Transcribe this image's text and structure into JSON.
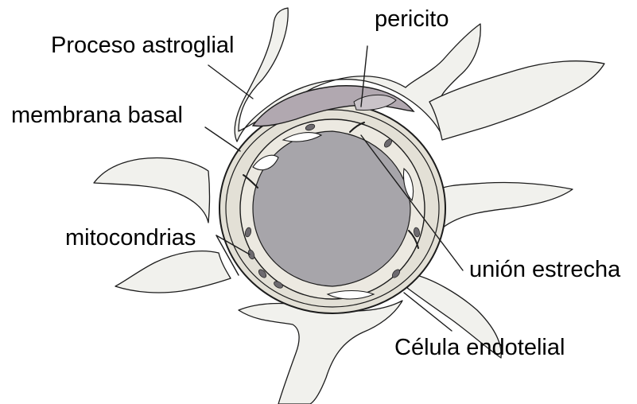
{
  "labels": {
    "pericito": "pericito",
    "proceso_astroglial": "Proceso astroglial",
    "membrana_basal": "membrana basal",
    "union_estrecha": "unión estrecha",
    "mitocondrias": "mitocondrias",
    "celula_endotelial": "Célula endotelial"
  },
  "colors": {
    "background": "#ffffff",
    "astroglia_fill": "#f1f1ed",
    "lumen_fill": "#a7a5aa",
    "pericyte_fill": "#b1a8b0",
    "endothelium_fill": "#e3e0d6",
    "outline": "#1c1c1c",
    "text": "#000000"
  }
}
